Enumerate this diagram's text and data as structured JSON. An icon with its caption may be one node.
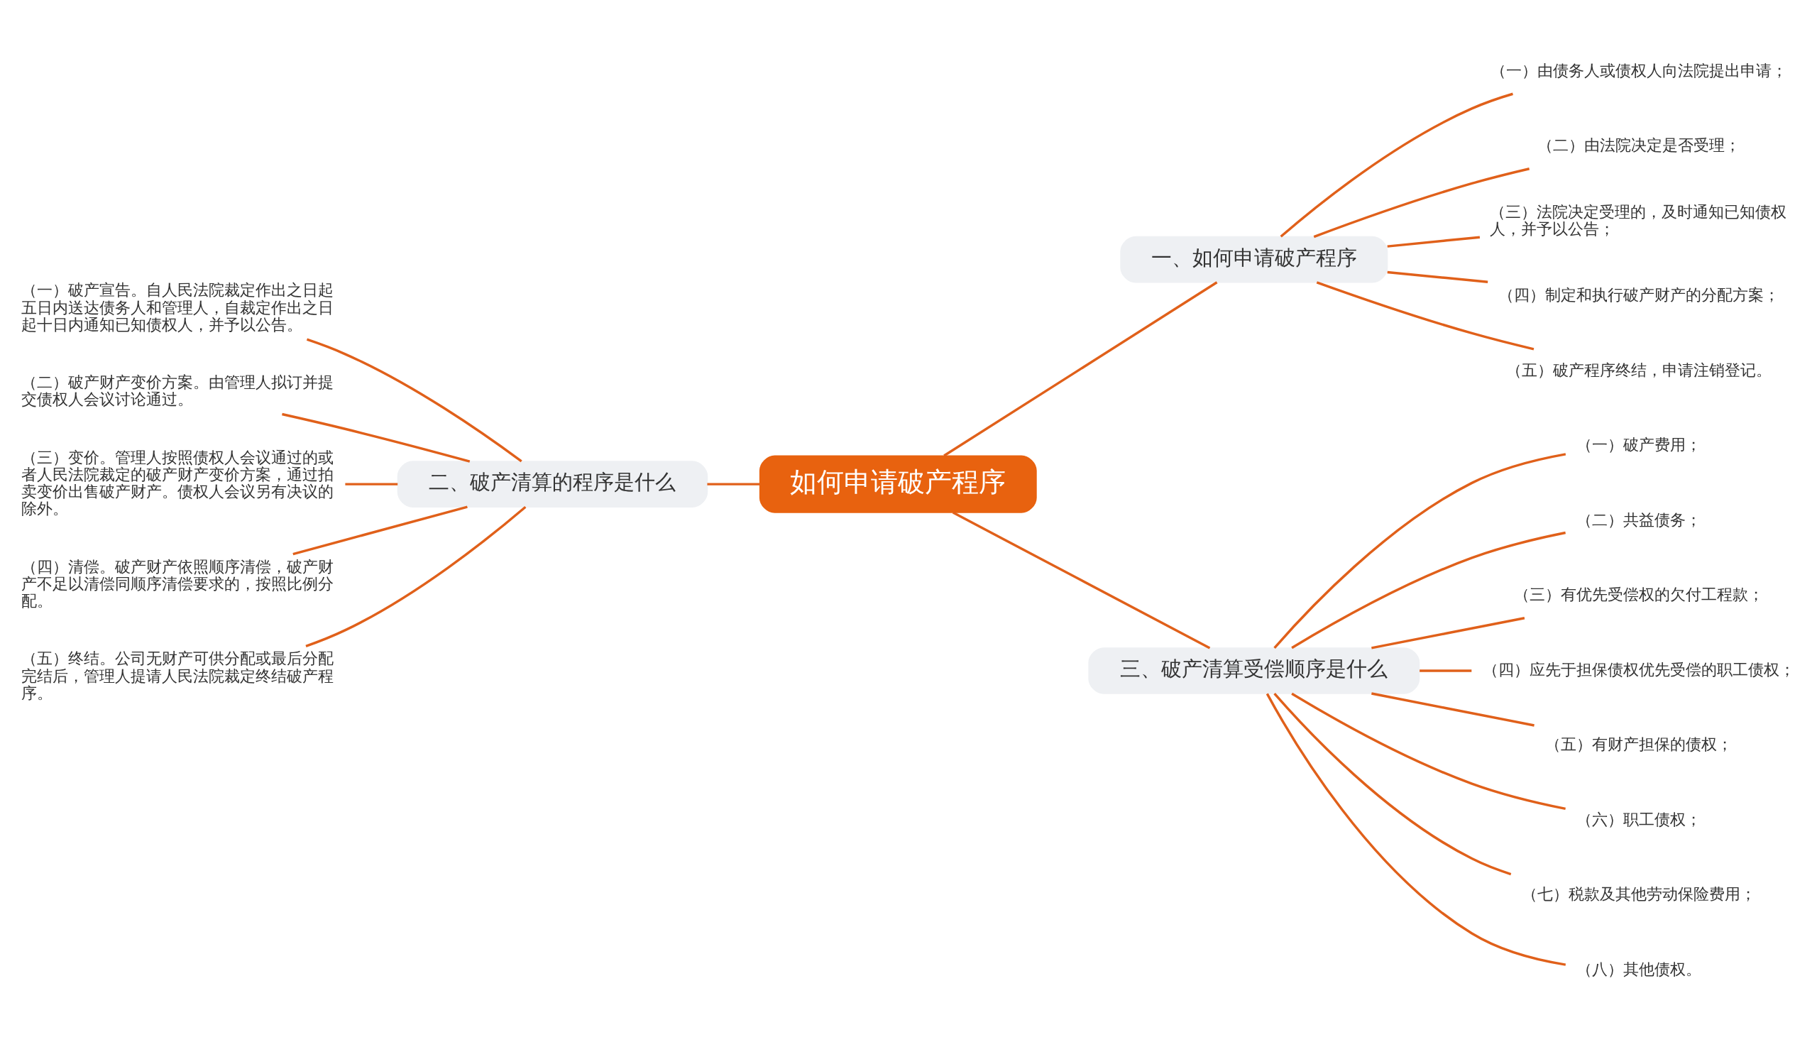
{
  "diagram": {
    "nodes": [
      {
        "text": [
          "如何申请破产程序"
        ]
      },
      {
        "text": [
          "一、如何申请破产程序"
        ]
      },
      {
        "text": [
          "（一）由债务人或债权人向法院提出申请；"
        ]
      },
      {
        "text": [
          "（二）由法院决定是否受理；"
        ]
      },
      {
        "text": [
          "（三）法院决定受理的，及时通知已知债权人，并予以公告；"
        ]
      },
      {
        "text": [
          "（四）制定和执行破产财产的分配方案；"
        ]
      },
      {
        "text": [
          "（五）破产程序终结，申请注销登记。"
        ]
      },
      {
        "text": [
          "二、破产清算的程序是什么"
        ]
      },
      {
        "text": [
          "（一）破产宣告。自人民法院裁定作出之日起五日内送达债务人和管理人，自裁定作出之日起十日内通知已知债权人，并予以公告。"
        ]
      },
      {
        "text": [
          "（二）破产财产变价方案。由管理人拟订并提交债权人会议讨论通过。"
        ]
      },
      {
        "text": [
          "（三）变价。管理人按照债权人会议通过的或者人民法院裁定的破产财产变价方案，通过拍卖变价出售破产财产。债权人会议另有决议的除外。"
        ]
      },
      {
        "text": [
          "（四）清偿。破产财产依照顺序清偿，破产财产不足以清偿同顺序清偿要求的，按照比例分配。"
        ]
      },
      {
        "text": [
          "（五）终结。公司无财产可供分配或最后分配完结后，管理人提请人民法院裁定终结破产程序。"
        ]
      },
      {
        "text": [
          "三、破产清算受偿顺序是什么"
        ]
      },
      {
        "text": [
          "（一）破产费用；"
        ]
      },
      {
        "text": [
          "（二）共益债务；"
        ]
      },
      {
        "text": [
          "（三）有优先受偿权的欠付工程款；"
        ]
      },
      {
        "text": [
          "（四）应先于担保债权优先受偿的职工债权；"
        ]
      },
      {
        "text": [
          "（五）有财产担保的债权；"
        ]
      },
      {
        "text": [
          "（六）职工债权；"
        ]
      },
      {
        "text": [
          "（七）税款及其他劳动保险费用；"
        ]
      },
      {
        "text": [
          "（八）其他债权。"
        ]
      }
    ],
    "edges": [
      {
        "from": 0,
        "to": 1,
        "arrow": "none"
      },
      {
        "from": 1,
        "to": 2,
        "arrow": "none"
      },
      {
        "from": 1,
        "to": 3,
        "arrow": "none"
      },
      {
        "from": 1,
        "to": 4,
        "arrow": "none"
      },
      {
        "from": 1,
        "to": 5,
        "arrow": "none"
      },
      {
        "from": 1,
        "to": 6,
        "arrow": "none"
      },
      {
        "from": 0,
        "to": 7,
        "arrow": "none"
      },
      {
        "from": 7,
        "to": 8,
        "arrow": "none"
      },
      {
        "from": 7,
        "to": 9,
        "arrow": "none"
      },
      {
        "from": 7,
        "to": 10,
        "arrow": "none"
      },
      {
        "from": 7,
        "to": 11,
        "arrow": "none"
      },
      {
        "from": 7,
        "to": 12,
        "arrow": "none"
      },
      {
        "from": 0,
        "to": 13,
        "arrow": "none"
      },
      {
        "from": 13,
        "to": 14,
        "arrow": "none"
      },
      {
        "from": 13,
        "to": 15,
        "arrow": "none"
      },
      {
        "from": 13,
        "to": 16,
        "arrow": "none"
      },
      {
        "from": 13,
        "to": 17,
        "arrow": "none"
      },
      {
        "from": 13,
        "to": 18,
        "arrow": "none"
      },
      {
        "from": 13,
        "to": 19,
        "arrow": "none"
      },
      {
        "from": 13,
        "to": 20,
        "arrow": "none"
      },
      {
        "from": 13,
        "to": 21,
        "arrow": "none"
      }
    ]
  }
}
